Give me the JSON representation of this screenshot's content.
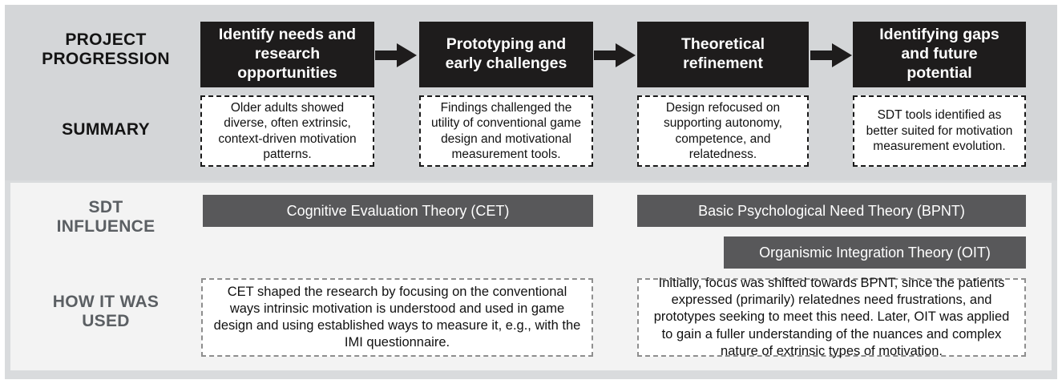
{
  "rows": {
    "project_progression_label": "PROJECT\nPROGRESSION",
    "summary_label": "SUMMARY",
    "sdt_influence_label": "SDT\nINFLUENCE",
    "how_it_was_used_label": "HOW IT WAS\nUSED"
  },
  "colors": {
    "panel_top_bg": "#d4d6d8",
    "panel_bottom_bg": "#f3f3f3",
    "stage_box_bg": "#1e1c1c",
    "theory_bar_bg": "#58585a",
    "summary_border": "#1a1a1a",
    "usage_border": "#8e8e8e",
    "label_dark": "#141414",
    "label_grey": "#5b5f63"
  },
  "stages": [
    {
      "title": "Identify needs and\nresearch\nopportunities",
      "summary": "Older adults showed diverse, often extrinsic, context-driven motivation patterns."
    },
    {
      "title": "Prototyping and\nearly challenges",
      "summary": "Findings challenged the utility of conventional game design and motivational measurement tools."
    },
    {
      "title": "Theoretical\nrefinement",
      "summary": "Design refocused on supporting autonomy, competence, and relatedness."
    },
    {
      "title": "Identifying gaps\nand future\npotential",
      "summary": "SDT tools identified as better suited for motivation measurement evolution."
    }
  ],
  "arrows": [
    {
      "name": "arrow-stage-1-to-2",
      "glyph": "right-arrow"
    },
    {
      "name": "arrow-stage-2-to-3",
      "glyph": "right-arrow"
    },
    {
      "name": "arrow-stage-3-to-4",
      "glyph": "right-arrow"
    }
  ],
  "theories": [
    {
      "id": "cet",
      "label": "Cognitive Evaluation Theory (CET)"
    },
    {
      "id": "bpnt",
      "label": "Basic Psychological Need Theory (BPNT)"
    },
    {
      "id": "oit",
      "label": "Organismic Integration Theory (OIT)"
    }
  ],
  "usage": [
    {
      "id": "usage-cet",
      "text": "CET shaped the research by focusing on the conventional ways intrinsic motivation is understood and used in game design and using established ways to measure it, e.g., with the IMI questionnaire."
    },
    {
      "id": "usage-bpnt-oit",
      "text": "Initially, focus was shifted towards BPNT, since the patients expressed (primarily) relatednes need frustrations, and prototypes seeking to meet this need. Later, OIT was applied to gain a fuller understanding of the nuances and complex nature of extrinsic types of motivation."
    }
  ]
}
